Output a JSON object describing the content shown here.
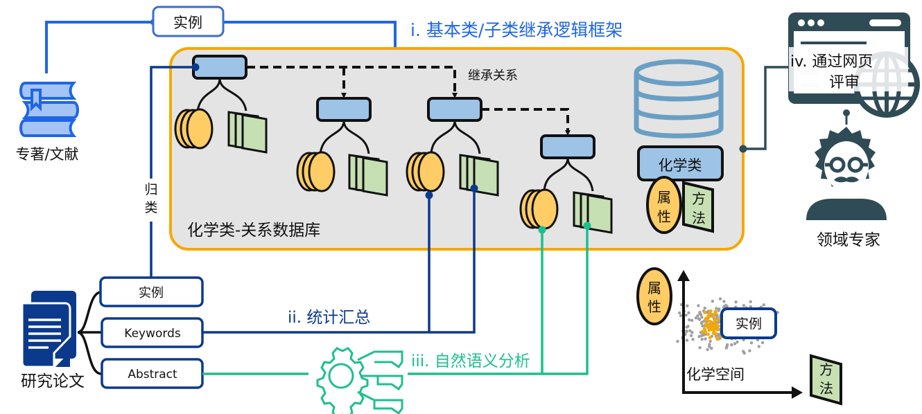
{
  "title": "化学类-关系数据库 知识框架构建流程图",
  "colors": {
    "blue_bright": "#1f66e5",
    "blue_dark": "#0b3a8c",
    "teal": "#1dbf8f",
    "orange_border": "#f5a800",
    "db_fill": "#e4e4e4",
    "class_box": "#9dc3e6",
    "attr_fill": "#ffcc66",
    "method_fill": "#c6e0b4",
    "slate": "#2f4b56",
    "db_icon": "#5b93b8",
    "book_fill": "#a3c4f5",
    "scatter_grey": "#a0a0a0",
    "scatter_orange": "#f5a800"
  },
  "sources": {
    "books": {
      "label": "专著/文献",
      "icon": "books-icon"
    },
    "papers": {
      "label": "研究论文",
      "icon": "documents-icon"
    },
    "paper_fields": [
      "实例",
      "Keywords",
      "Abstract"
    ]
  },
  "instance_tag": "实例",
  "steps": {
    "i": "i. 基本类/子类继承逻辑框架",
    "ii": "ii. 统计汇总",
    "iii": "iii. 自然语义分析",
    "iv_line1": "iv.  通过网页",
    "iv_line2": "评审"
  },
  "database": {
    "title": "化学类-关系数据库",
    "inheritance_label": "继承关系",
    "class_label": "化学类",
    "attribute_label": "属性",
    "method_label": "方法",
    "classify_label": "归类"
  },
  "expert": {
    "label": "领域专家"
  },
  "chemical_space": {
    "label": "化学空间",
    "y_axis_label": "属性",
    "x_axis_label": "方法",
    "instance_label": "实例"
  }
}
